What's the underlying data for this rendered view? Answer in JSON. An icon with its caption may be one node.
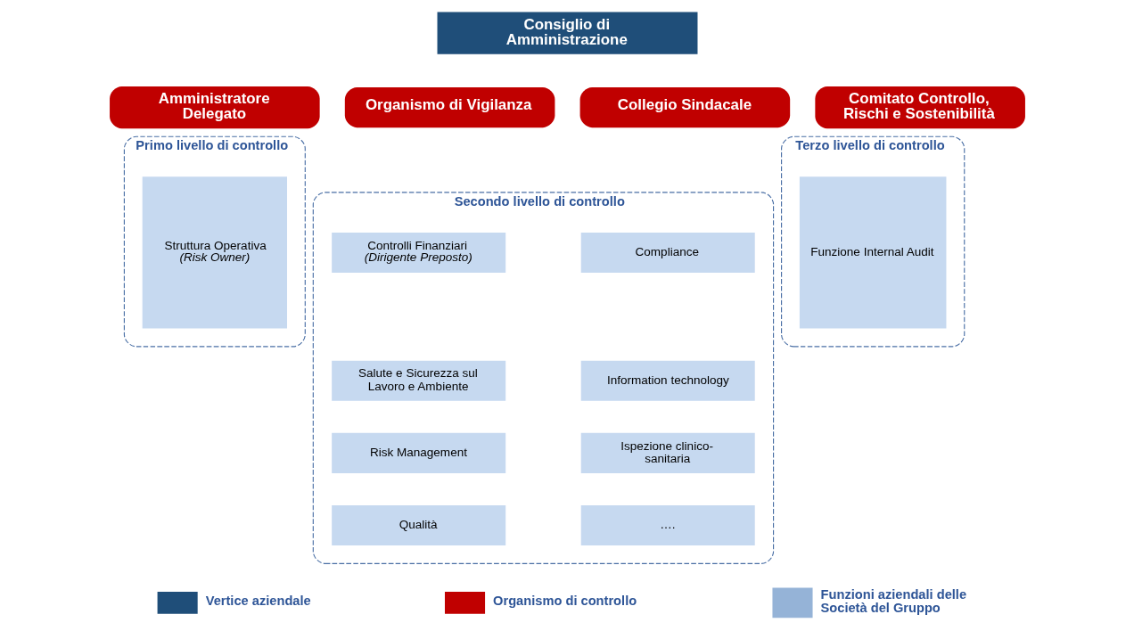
{
  "diagram": {
    "nodes": [
      {
        "text": [
          "Consiglio di Amministrazione"
        ]
      },
      {
        "text": [
          "Amministratore Delegato"
        ]
      },
      {
        "text": [
          "Organismo di Vigilanza"
        ]
      },
      {
        "text": [
          "Collegio Sindacale"
        ]
      },
      {
        "text": [
          "Comitato Controllo, Rischi e Sostenibilità"
        ]
      },
      {
        "text": [
          "Primo livello di controllo"
        ]
      },
      {
        "text": [
          "Struttura Operativa",
          "(Risk Owner)"
        ],
        "in": 5
      },
      {
        "text": [
          "Secondo livello di controllo"
        ]
      },
      {
        "text": [
          "Controlli Finanziari",
          "(Dirigente Preposto)"
        ],
        "in": 7
      },
      {
        "text": [
          "Salute e Sicurezza sul Lavoro e Ambiente"
        ],
        "in": 7
      },
      {
        "text": [
          "Risk Management"
        ],
        "in": 7
      },
      {
        "text": [
          "Qualità"
        ],
        "in": 7
      },
      {
        "text": [
          "Compliance"
        ],
        "in": 7
      },
      {
        "text": [
          "Information technology"
        ],
        "in": 7
      },
      {
        "text": [
          "Ispezione clinico-sanitaria"
        ],
        "in": 7
      },
      {
        "text": [
          "…."
        ],
        "in": 7
      },
      {
        "text": [
          "Terzo livello di controllo"
        ]
      },
      {
        "text": [
          "Funzione Internal Audit"
        ],
        "in": 16
      }
    ],
    "edges": [],
    "legend": [
      {
        "text": "Vertice aziendale",
        "color": "#1f4e79"
      },
      {
        "text": "Organismo di controllo",
        "color": "#c00000"
      },
      {
        "text": "Funzioni aziendali delle Società del Gruppo",
        "color": "#95b3d7"
      }
    ]
  }
}
